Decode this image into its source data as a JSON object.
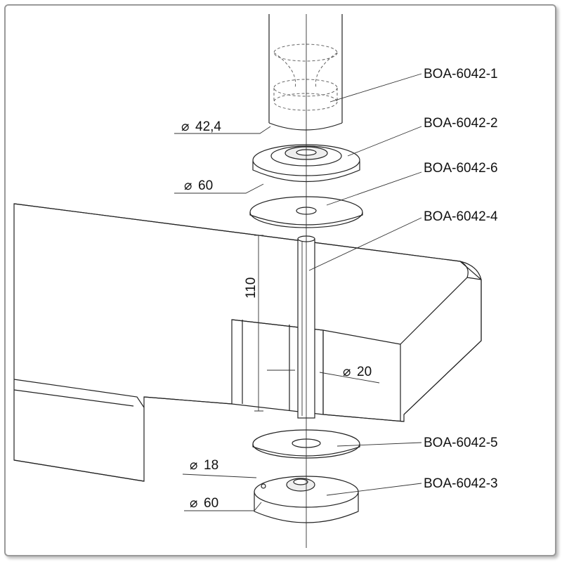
{
  "parts": [
    {
      "id": "BOA-6042-1"
    },
    {
      "id": "BOA-6042-2"
    },
    {
      "id": "BOA-6042-6"
    },
    {
      "id": "BOA-6042-4"
    },
    {
      "id": "BOA-6042-5"
    },
    {
      "id": "BOA-6042-3"
    }
  ],
  "dimensions": {
    "tube_diameter": "42,4",
    "flange_diameter": "60",
    "rod_length": "110",
    "rod_diameter": "20",
    "bore_diameter": "18",
    "base_diameter": "60",
    "diameter_symbol": "⌀"
  }
}
